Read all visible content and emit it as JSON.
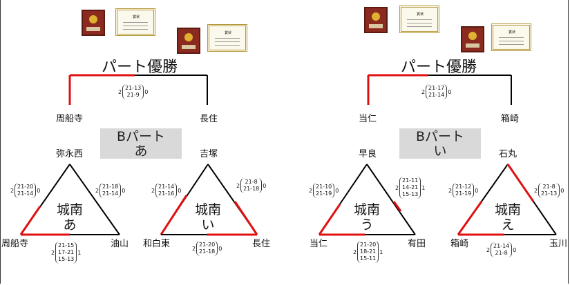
{
  "colors": {
    "win": "#e01010",
    "line": "#000000",
    "part_bg": "#d9d9d9"
  },
  "icons": [
    "trophy-plaque-icon",
    "certificate-icon"
  ],
  "left": {
    "title": "パート優勝",
    "part_label": "Bパート\nあ",
    "final": {
      "left_team": "周船寺",
      "right_team": "長住",
      "left_sets": "2",
      "right_sets": "0",
      "scores": [
        "21-13",
        "21-9"
      ]
    },
    "groups": [
      {
        "hub": "城南\nあ",
        "top": "弥永西",
        "bottom_left": "周船寺",
        "bottom_right": "油山",
        "left_match": {
          "a": "2",
          "b": "0",
          "scores": [
            "21-20",
            "21-14"
          ]
        },
        "right_match": {
          "a": "2",
          "b": "0",
          "scores": [
            "21-18",
            "21-14"
          ]
        },
        "bottom_match": {
          "a": "2",
          "b": "1",
          "scores": [
            "21-15",
            "17-21",
            "15-13"
          ]
        }
      },
      {
        "hub": "城南\nい",
        "top": "吉塚",
        "bottom_left": "和白東",
        "bottom_right": "長住",
        "left_match": {
          "a": "2",
          "b": "0",
          "scores": [
            "21-14",
            "21-16"
          ]
        },
        "right_match": {
          "a": "2",
          "b": "0",
          "scores": [
            "21-8",
            "21-18"
          ]
        },
        "bottom_match": {
          "a": "2",
          "b": "0",
          "scores": [
            "21-20",
            "21-18"
          ]
        }
      }
    ]
  },
  "right": {
    "title": "パート優勝",
    "part_label": "Bパート\nい",
    "final": {
      "left_team": "当仁",
      "right_team": "箱崎",
      "left_sets": "2",
      "right_sets": "0",
      "scores": [
        "21-17",
        "21-14"
      ]
    },
    "groups": [
      {
        "hub": "城南\nう",
        "top": "早良",
        "bottom_left": "当仁",
        "bottom_right": "有田",
        "left_match": {
          "a": "2",
          "b": "0",
          "scores": [
            "21-10",
            "21-19"
          ]
        },
        "right_match": {
          "a": "2",
          "b": "1",
          "scores": [
            "21-11",
            "14-21",
            "15-13"
          ]
        },
        "bottom_match": {
          "a": "2",
          "b": "1",
          "scores": [
            "21-20",
            "18-21",
            "15-11"
          ]
        }
      },
      {
        "hub": "城南\nえ",
        "top": "石丸",
        "bottom_left": "箱崎",
        "bottom_right": "玉川",
        "left_match": {
          "a": "2",
          "b": "0",
          "scores": [
            "21-12",
            "21-19"
          ]
        },
        "right_match": {
          "a": "2",
          "b": "0",
          "scores": [
            "21-8",
            "21-13"
          ]
        },
        "bottom_match": {
          "a": "2",
          "b": "0",
          "scores": [
            "21-14",
            "21-8"
          ]
        }
      }
    ]
  }
}
